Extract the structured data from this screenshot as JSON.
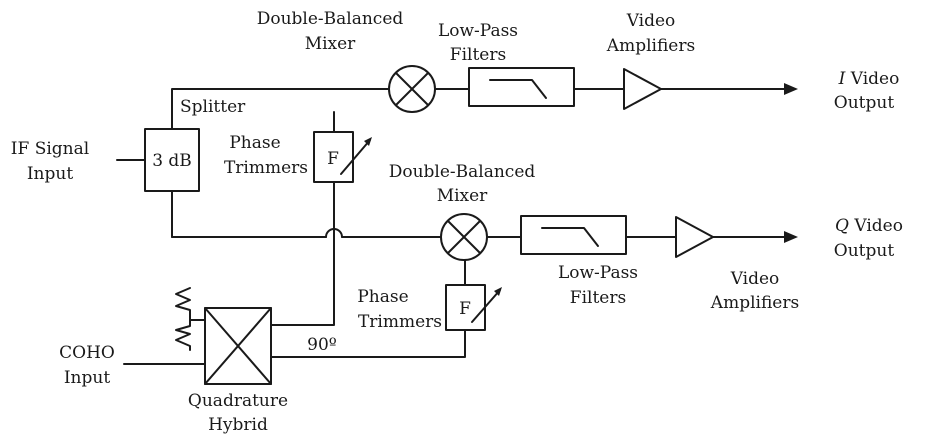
{
  "labels": {
    "mixer_top_line1": "Double-Balanced",
    "mixer_top_line2": "Mixer",
    "lpf_top_line1": "Low-Pass",
    "lpf_top_line2": "Filters",
    "amp_top_line1": "Video",
    "amp_top_line2": "Amplifiers",
    "i_output_letter": "I",
    "i_output_word": " Video",
    "i_output_line2": "Output",
    "splitter": "Splitter",
    "if_line1": "IF Signal",
    "if_line2": "Input",
    "splitter_value": "3 dB",
    "phase_top_line1": "Phase",
    "phase_top_line2": "Trimmers",
    "trimmer_top_symbol": "F",
    "mixer_bottom_line1": "Double-Balanced",
    "mixer_bottom_line2": "Mixer",
    "q_output_letter": "Q",
    "q_output_word": " Video",
    "q_output_line2": "Output",
    "lpf_bottom_line1": "Low-Pass",
    "lpf_bottom_line2": "Filters",
    "amp_bottom_line1": "Video",
    "amp_bottom_line2": "Amplifiers",
    "phase_bottom_line1": "Phase",
    "phase_bottom_line2": "Trimmers",
    "trimmer_bottom_symbol": "F",
    "coho_line1": "COHO",
    "coho_line2": "Input",
    "ninety_degrees": "90º",
    "hybrid_line1": "Quadrature",
    "hybrid_line2": "Hybrid"
  }
}
